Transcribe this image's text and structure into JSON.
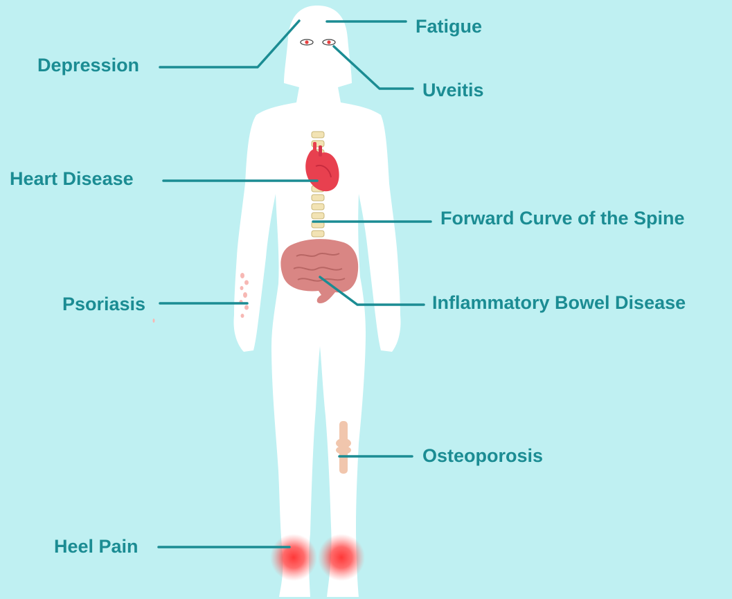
{
  "labels": {
    "fatigue": "Fatigue",
    "depression": "Depression",
    "uveitis": "Uveitis",
    "heart_disease": "Heart Disease",
    "forward_curve": "Forward Curve of the Spine",
    "psoriasis": "Psoriasis",
    "ibd": "Inflammatory Bowel Disease",
    "osteoporosis": "Osteoporosis",
    "heel_pain": "Heel Pain"
  },
  "colors": {
    "background": "#bff0f2",
    "body": "#ffffff",
    "label_text": "#1b8c93",
    "leader_line": "#1b8c93",
    "heart": "#e8404f",
    "intestine": "#d98684",
    "spine": "#f2e3b4",
    "bone": "#f1c6ad",
    "heel_glow": "#ff2d2d",
    "psoriasis_spots": "#f7b8b4"
  }
}
